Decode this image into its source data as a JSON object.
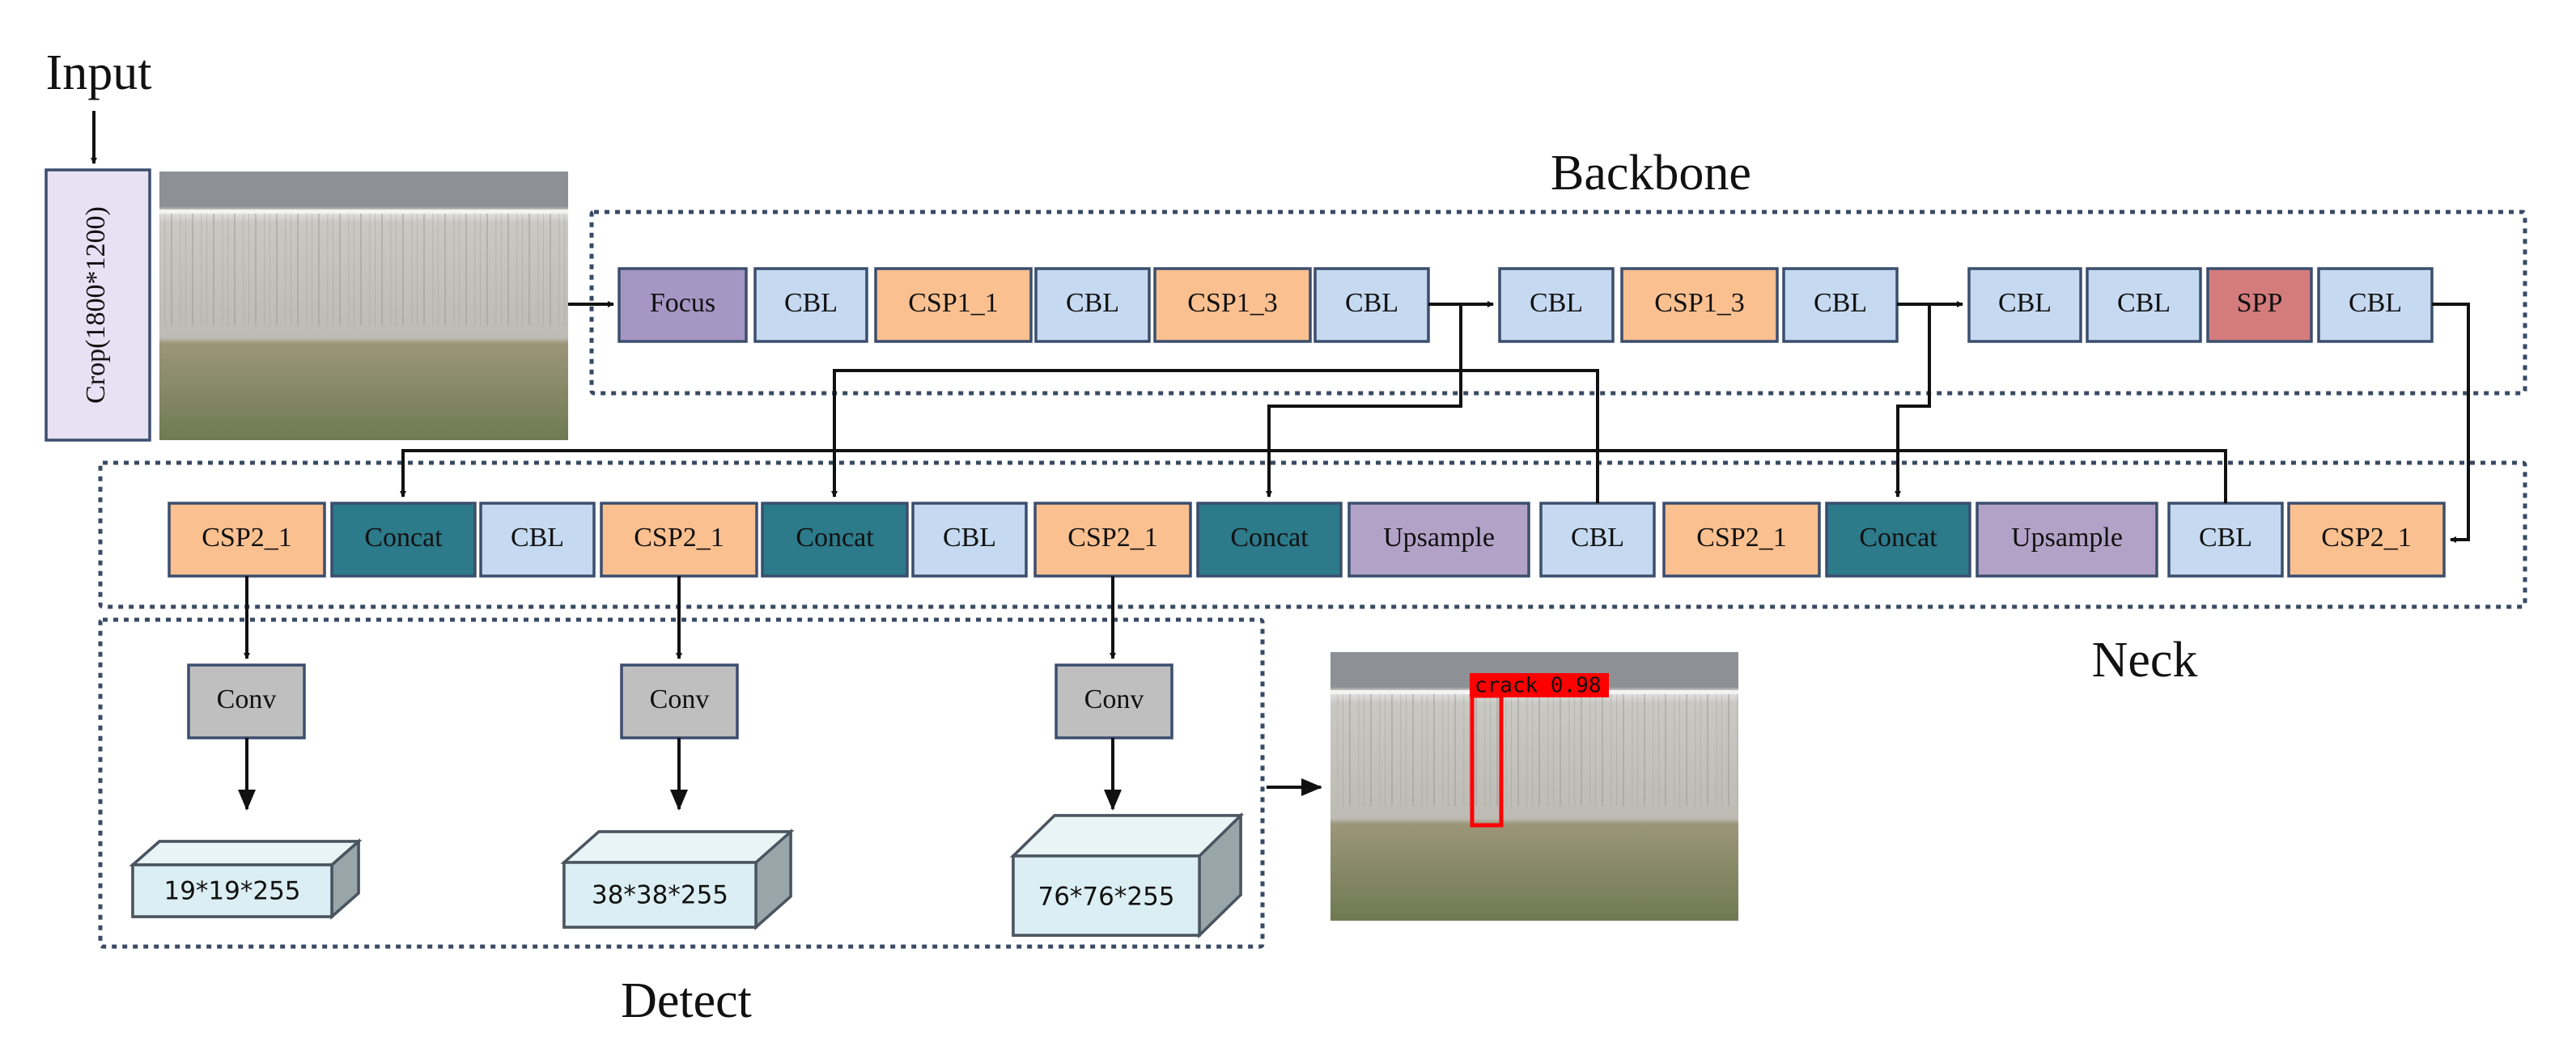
{
  "sections": {
    "input": "Input",
    "backbone": "Backbone",
    "neck": "Neck",
    "detect": "Detect"
  },
  "crop_label": "Crop(1800*1200)",
  "colors": {
    "focus": "#a696c4",
    "cbl": "#c5d9f1",
    "csp1": "#fac090",
    "spp": "#d47c7c",
    "csp2": "#fac090",
    "concat": "#2c7a8a",
    "upsample": "#b3a2c7",
    "conv": "#bfbfbf",
    "cube": "#dbeef3",
    "detection": "#ff0000"
  },
  "backbone": {
    "row1": [
      "Focus",
      "CBL",
      "CSP1_1",
      "CBL",
      "CSP1_3",
      "CBL"
    ],
    "row2": [
      "CBL",
      "CSP1_3",
      "CBL"
    ],
    "row3": [
      "CBL",
      "CBL",
      "SPP",
      "CBL"
    ]
  },
  "neck": {
    "blocks": [
      "CSP2_1",
      "Concat",
      "CBL",
      "CSP2_1",
      "Concat",
      "CBL",
      "CSP2_1",
      "Concat",
      "Upsample",
      "CBL",
      "CSP2_1",
      "Concat",
      "Upsample",
      "CBL",
      "CSP2_1"
    ]
  },
  "detect": {
    "conv": [
      "Conv",
      "Conv",
      "Conv"
    ],
    "outputs": [
      "19*19*255",
      "38*38*255",
      "76*76*255"
    ]
  },
  "detection_label": "crack 0.98"
}
